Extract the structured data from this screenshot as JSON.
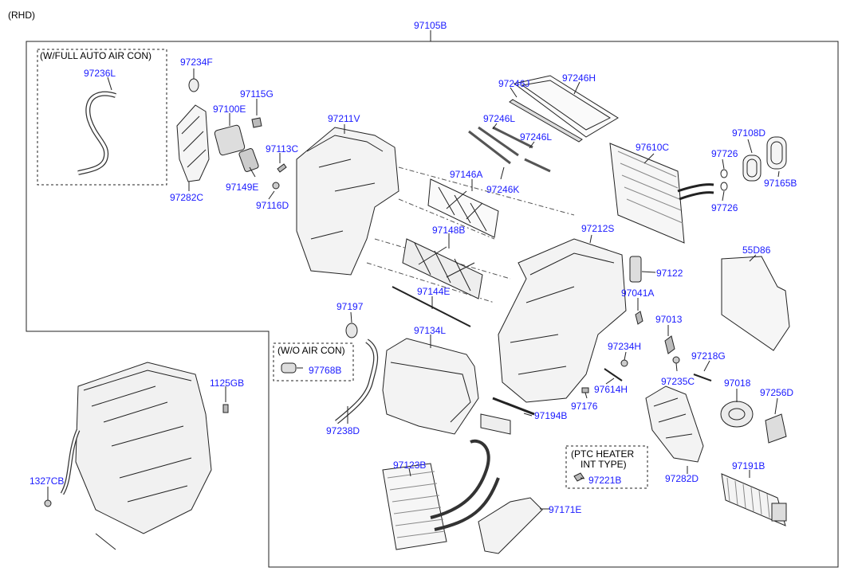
{
  "header": {
    "variant": "(RHD)",
    "assembly_part": "97105B"
  },
  "notes": {
    "full_auto": "(W/FULL AUTO AIR CON)",
    "wo_aircon": "(W/O AIR CON)",
    "ptc_line1": "(PTC HEATER",
    "ptc_line2": "INT TYPE)"
  },
  "parts": {
    "p97234F": "97234F",
    "p97236L": "97236L",
    "p97115G": "97115G",
    "p97100E": "97100E",
    "p97211V": "97211V",
    "p97113C": "97113C",
    "p97149E": "97149E",
    "p97116D": "97116D",
    "p97282C": "97282C",
    "p97246J": "97246J",
    "p97246H": "97246H",
    "p97246L_1": "97246L",
    "p97246L_2": "97246L",
    "p97246K": "97246K",
    "p97146A": "97146A",
    "p97108D": "97108D",
    "p97610C": "97610C",
    "p97726_1": "97726",
    "p97726_2": "97726",
    "p97165B": "97165B",
    "p97148B": "97148B",
    "p97212S": "97212S",
    "p55D86": "55D86",
    "p97122": "97122",
    "p97041A": "97041A",
    "p97144E": "97144E",
    "p97197": "97197",
    "p97134L": "97134L",
    "p97013": "97013",
    "p97234H": "97234H",
    "p97218G": "97218G",
    "p97768B": "97768B",
    "p1125GB": "1125GB",
    "p97614H": "97614H",
    "p97235C": "97235C",
    "p97018": "97018",
    "p97256D": "97256D",
    "p97176": "97176",
    "p97194B": "97194B",
    "p97238D": "97238D",
    "p1327CB": "1327CB",
    "p97123B": "97123B",
    "p97221B": "97221B",
    "p97282D": "97282D",
    "p97191B": "97191B",
    "p97171E": "97171E"
  }
}
